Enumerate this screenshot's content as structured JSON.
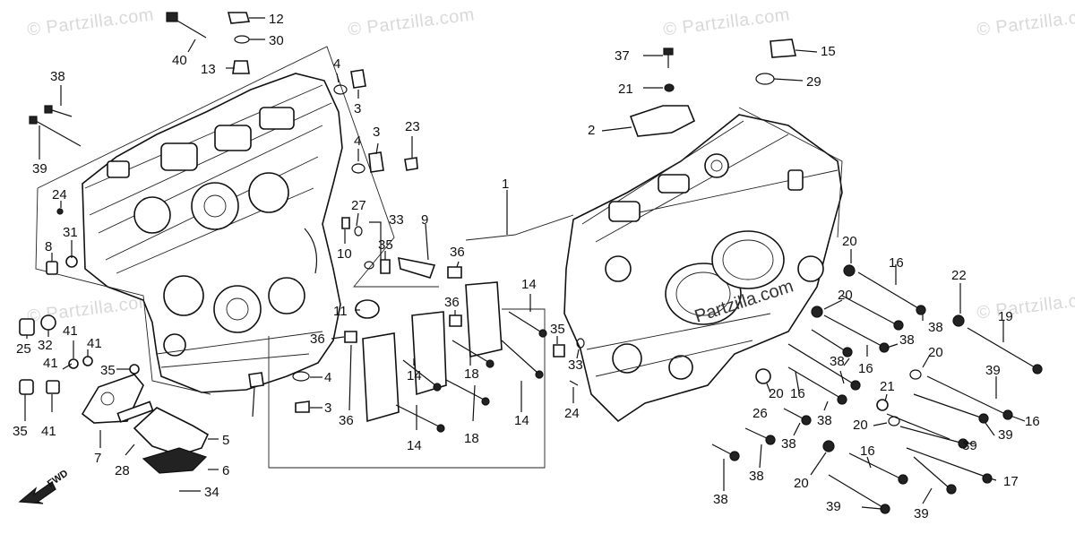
{
  "watermark_text": "© Partzilla.com",
  "center_mark": "Partzilla.com",
  "fwd_label": "FWD",
  "callouts": [
    "12",
    "30",
    "40",
    "13",
    "38",
    "39",
    "24",
    "8",
    "31",
    "25",
    "32",
    "41",
    "41",
    "41",
    "41",
    "35",
    "35",
    "7",
    "28",
    "6",
    "5",
    "34",
    "4",
    "3",
    "4",
    "3",
    "23",
    "27",
    "10",
    "33",
    "35",
    "9",
    "1",
    "11",
    "36",
    "36",
    "36",
    "4",
    "3",
    "36",
    "14",
    "14",
    "18",
    "18",
    "14",
    "14",
    "35",
    "33",
    "24",
    "37",
    "21",
    "2",
    "15",
    "29",
    "20",
    "16",
    "20",
    "38",
    "38",
    "16",
    "38",
    "22",
    "19",
    "20",
    "39",
    "16",
    "20",
    "26",
    "16",
    "38",
    "38",
    "21",
    "20",
    "39",
    "39",
    "38",
    "20",
    "16",
    "17",
    "39",
    "39",
    "38"
  ]
}
